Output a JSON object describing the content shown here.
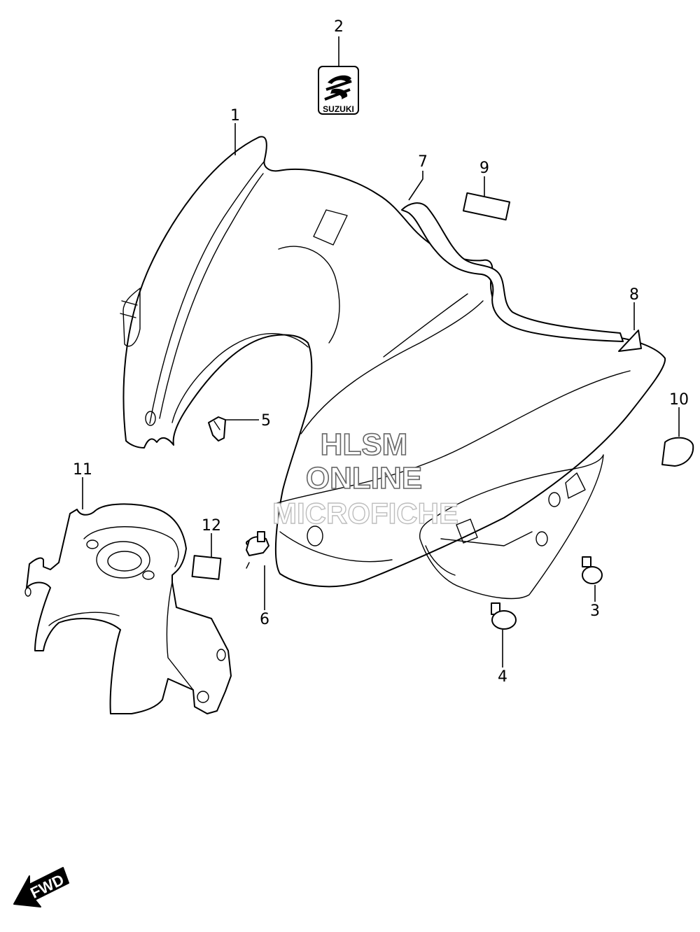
{
  "diagram": {
    "callouts": [
      {
        "id": "c1",
        "label": "1"
      },
      {
        "id": "c2",
        "label": "2"
      },
      {
        "id": "c3",
        "label": "3"
      },
      {
        "id": "c4",
        "label": "4"
      },
      {
        "id": "c5",
        "label": "5"
      },
      {
        "id": "c6",
        "label": "6"
      },
      {
        "id": "c7",
        "label": "7"
      },
      {
        "id": "c8",
        "label": "8"
      },
      {
        "id": "c9",
        "label": "9"
      },
      {
        "id": "c10",
        "label": "10"
      },
      {
        "id": "c11",
        "label": "11"
      },
      {
        "id": "c12",
        "label": "12"
      }
    ],
    "emblem_text": "SUZUKI",
    "watermark": [
      "HLSM",
      "ONLINE",
      "MICROFICHE"
    ],
    "direction_arrow": "FWD"
  }
}
